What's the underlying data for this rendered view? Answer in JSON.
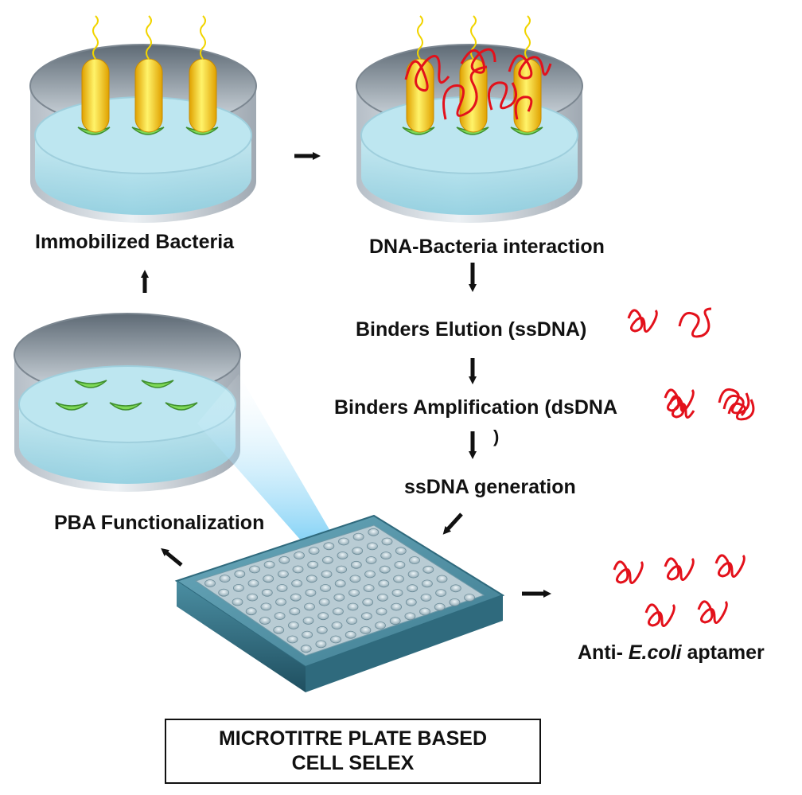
{
  "labels": {
    "immobilized": "Immobilized Bacteria",
    "interaction": "DNA-Bacteria interaction",
    "elution": "Binders Elution (ssDNA)",
    "amplification": "Binders Amplification (dsDNA",
    "amplification_close": ")",
    "generation": "ssDNA generation",
    "pba": "PBA Functionalization",
    "anti_prefix": "Anti- ",
    "anti_species": "E.coli",
    "anti_suffix": " aptamer"
  },
  "title_box": {
    "line1": "MICROTITRE PLATE BASED",
    "line2": "CELL SELEX"
  },
  "colors": {
    "dish_glass": "#c9d4de",
    "liquid": "#a9dbe8",
    "bacteria": "#f5c400",
    "pba_ring": "#7ed957",
    "dna": "#e3111b",
    "plate": "#4e8fa3",
    "light_beam": "#37b6f0",
    "arrow": "#111111"
  }
}
